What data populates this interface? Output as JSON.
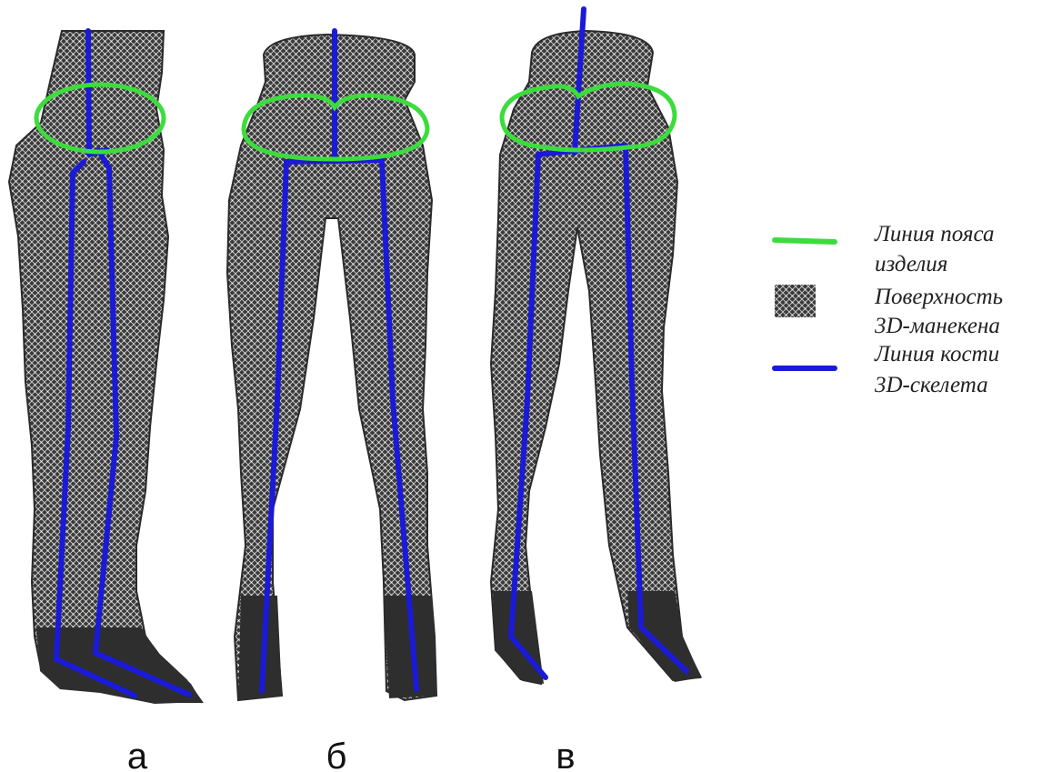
{
  "colors": {
    "waist_line": "#3ddc3d",
    "bone_line": "#1a1ad8",
    "mesh_fill": "#3c3c3c",
    "mesh_foot": "#2e2e2e"
  },
  "panels": {
    "a": {
      "label": "а"
    },
    "b": {
      "label": "б"
    },
    "c": {
      "label": "в"
    }
  },
  "legend": {
    "waist": {
      "line1": "Линия пояса",
      "line2": "изделия",
      "icon": "green-line"
    },
    "surface": {
      "line1": "Поверхность",
      "line2": "3D-манекена",
      "icon": "mesh-swatch"
    },
    "bone": {
      "line1": "Линия кости",
      "line2": "3D-скелета",
      "icon": "blue-line"
    }
  }
}
